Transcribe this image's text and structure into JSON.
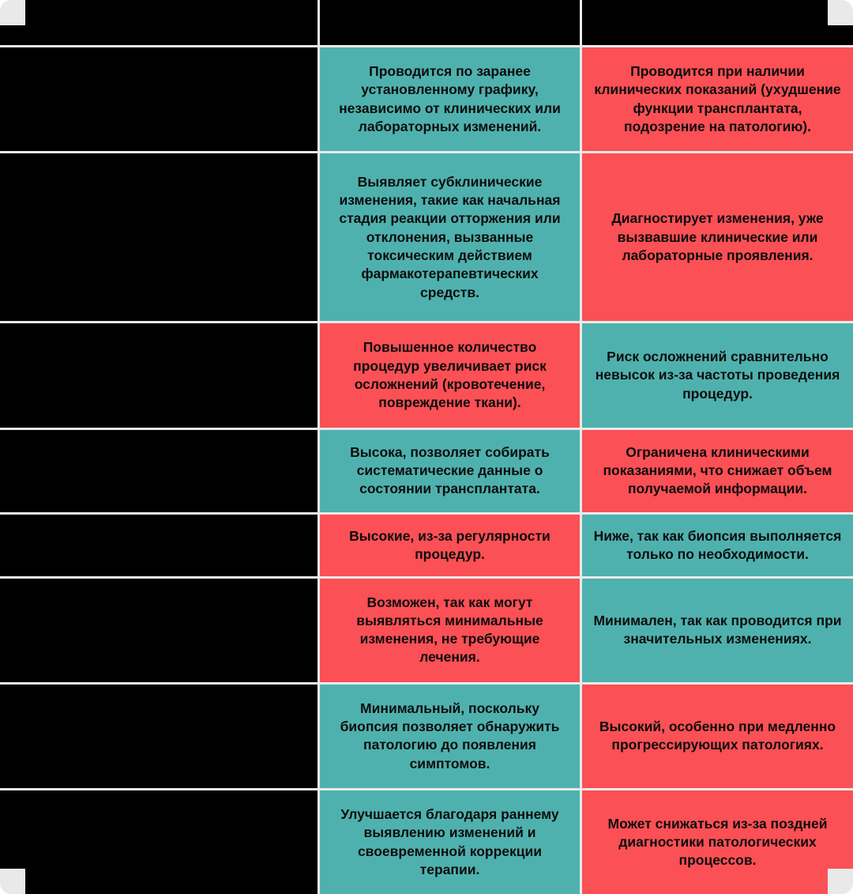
{
  "table": {
    "redacted_fill": "#000000",
    "colors": {
      "teal": "#4fb1ae",
      "red": "#fb5055",
      "gridline": "#e9e9e9",
      "page_background": "#ffffff",
      "text": "#0d0d0d"
    },
    "header": {
      "feature": "",
      "column_a": "",
      "column_b": ""
    },
    "rows": [
      {
        "feature": "",
        "a": {
          "text": "Проводится по заранее установленному графику, независимо от клинических или лабораторных изменений.",
          "color": "teal"
        },
        "b": {
          "text": "Проводится при наличии клинических показаний (ухудшение функции трансплантата, подозрение на патологию).",
          "color": "red"
        }
      },
      {
        "feature": "",
        "a": {
          "text": "Выявляет субклинические изменения, такие как начальная стадия реакции отторжения или отклонения, вызванные токсическим действием фармакотерапевтических средств.",
          "color": "teal"
        },
        "b": {
          "text": "Диагностирует изменения, уже вызвавшие клинические или лабораторные проявления.",
          "color": "red"
        }
      },
      {
        "feature": "",
        "a": {
          "text": "Повышенное количество процедур увеличивает риск осложнений (кровотечение, повреждение ткани).",
          "color": "red"
        },
        "b": {
          "text": "Риск осложнений сравнительно невысок из-за частоты проведения процедур.",
          "color": "teal"
        }
      },
      {
        "feature": "",
        "a": {
          "text": "Высока, позволяет собирать систематические данные о состоянии трансплантата.",
          "color": "teal"
        },
        "b": {
          "text": "Ограничена клиническими показаниями, что снижает объем получаемой информации.",
          "color": "red"
        }
      },
      {
        "feature": "",
        "a": {
          "text": "Высокие, из-за регулярности процедур.",
          "color": "red"
        },
        "b": {
          "text": "Ниже, так как биопсия выполняется только по необходимости.",
          "color": "teal"
        }
      },
      {
        "feature": "",
        "a": {
          "text": "Возможен, так как могут выявляться минимальные изменения, не требующие лечения.",
          "color": "red"
        },
        "b": {
          "text": "Минимален, так как проводится при значительных изменениях.",
          "color": "teal"
        }
      },
      {
        "feature": "",
        "a": {
          "text": "Минимальный, поскольку биопсия позволяет обнаружить патологию до появления симптомов.",
          "color": "teal"
        },
        "b": {
          "text": "Высокий, особенно при медленно прогрессирующих патологиях.",
          "color": "red"
        }
      },
      {
        "feature": "",
        "a": {
          "text": "Улучшается благодаря раннему выявлению изменений и своевременной коррекции терапии.",
          "color": "teal"
        },
        "b": {
          "text": "Может снижаться из-за поздней диагностики патологических процессов.",
          "color": "red"
        }
      }
    ]
  }
}
